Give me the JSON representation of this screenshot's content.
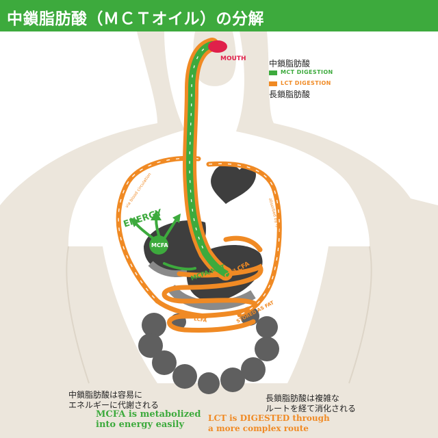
{
  "header": {
    "title": "中鎖脂肪酸（ＭＣＴオイル）の分解"
  },
  "labels": {
    "mouth": "MOUTH",
    "energy": "ENERGY",
    "mcfa": "MCFA",
    "mcfa_mct": "MCFA/MCT",
    "lct_lcfa": "LCT/LCFA",
    "lcfa": "LCFA",
    "stored_as_fat": "STORED AS FAT",
    "blood_circulation": "via blood circulation",
    "lymph_absorbed": "absorbed by lymph"
  },
  "legend": {
    "mcfa_jp": "中鎖脂肪酸",
    "mct": "MCT DIGESTION",
    "lct": "LCT DIGESTION",
    "lcfa_jp": "長鎖脂肪酸"
  },
  "captions": {
    "left_jp_1": "中鎖脂肪酸は容易に",
    "left_jp_2": "エネルギーに代謝される",
    "left_en_1": "MCFA is metabolized",
    "left_en_2": "into energy easily",
    "right_jp_1": "長鎖脂肪酸は複雑な",
    "right_jp_2": "ルートを経て消化される",
    "right_en_1": "LCT is DIGESTED through",
    "right_en_2": "a more complex route"
  },
  "colors": {
    "mct": "#3daa3d",
    "lct": "#f08a24",
    "mouth": "#e0204a",
    "header": "#3daa3d"
  }
}
